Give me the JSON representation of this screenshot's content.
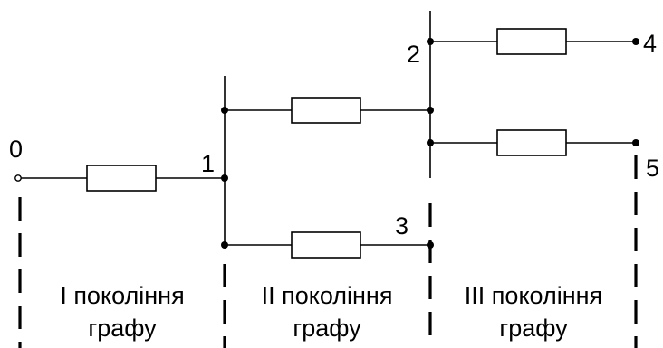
{
  "nodes": {
    "n0": "0",
    "n1": "1",
    "n2": "2",
    "n3": "3",
    "n4": "4",
    "n5": "5"
  },
  "generations": [
    {
      "line1": "I покоління",
      "line2": "графу"
    },
    {
      "line1": "II покоління",
      "line2": "графу"
    },
    {
      "line1": "III покоління",
      "line2": "графу"
    }
  ],
  "colors": {
    "line": "#000000",
    "background": "#ffffff"
  }
}
